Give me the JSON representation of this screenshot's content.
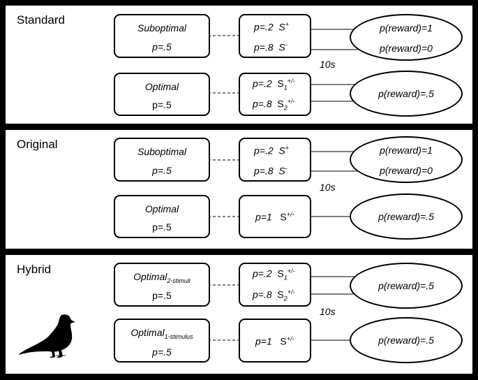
{
  "panels": [
    {
      "title": "Standard",
      "rows": [
        {
          "choice": "Suboptimal",
          "choice_p": "p=.5",
          "stim": [
            {
              "p": "p=.2",
              "s": "S",
              "sup": "+"
            },
            {
              "p": "p=.8",
              "s": "S",
              "sup": "-"
            }
          ],
          "rewards": [
            "p(reward)=1",
            "p(reward)=0"
          ]
        },
        {
          "choice": "Optimal",
          "choice_p": "p=.5",
          "stim": [
            {
              "p": "p=.2",
              "s": "S",
              "sub": "1",
              "sup": "+/-"
            },
            {
              "p": "p=.8",
              "s": "S",
              "sub": "2",
              "sup": "+/-"
            }
          ],
          "rewards": [
            "p(reward)=.5"
          ]
        }
      ],
      "delay": "10s"
    },
    {
      "title": "Original",
      "rows": [
        {
          "choice": "Suboptimal",
          "choice_p": "p=.5",
          "stim": [
            {
              "p": "p=.2",
              "s": "S",
              "sup": "+"
            },
            {
              "p": "p=.8",
              "s": "S",
              "sup": "-"
            }
          ],
          "rewards": [
            "p(reward)=1",
            "p(reward)=0"
          ]
        },
        {
          "choice": "Optimal",
          "choice_p": "p=.5",
          "stim": [
            {
              "p": "p=1",
              "s": "S",
              "sup": "+/-"
            }
          ],
          "rewards": [
            "p(reward)=.5"
          ]
        }
      ],
      "delay": "10s"
    },
    {
      "title": "Hybrid",
      "rows": [
        {
          "choice": "Optimal",
          "choice_sub": "2-stimuli",
          "choice_p": "p=.5",
          "stim": [
            {
              "p": "p=.2",
              "s": "S",
              "sub": "1",
              "sup": "+/-"
            },
            {
              "p": "p=.8",
              "s": "S",
              "sub": "2",
              "sup": "+/-"
            }
          ],
          "rewards": [
            "p(reward)=.5"
          ]
        },
        {
          "choice": "Optimal",
          "choice_sub": "1-stimulus",
          "choice_p": "p=.5",
          "stim": [
            {
              "p": "p=1",
              "s": "S",
              "sup": "+/-"
            }
          ],
          "rewards": [
            "p(reward)=.5"
          ]
        }
      ],
      "delay": "10s"
    }
  ],
  "icons": {
    "pigeon": "pigeon-icon"
  }
}
